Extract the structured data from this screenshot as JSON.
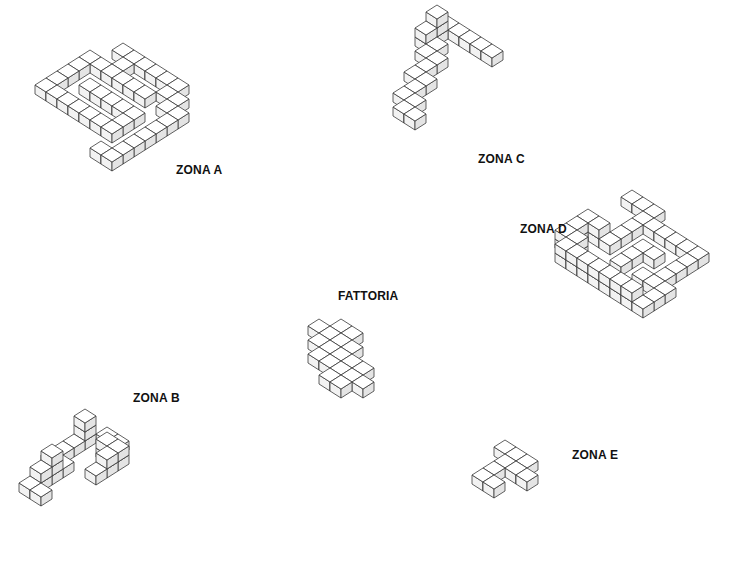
{
  "diagram": {
    "labels": [
      "ZONA A",
      "ZONA C",
      "ZONA D",
      "FATTORIA",
      "ZONA B",
      "ZONA E"
    ]
  }
}
